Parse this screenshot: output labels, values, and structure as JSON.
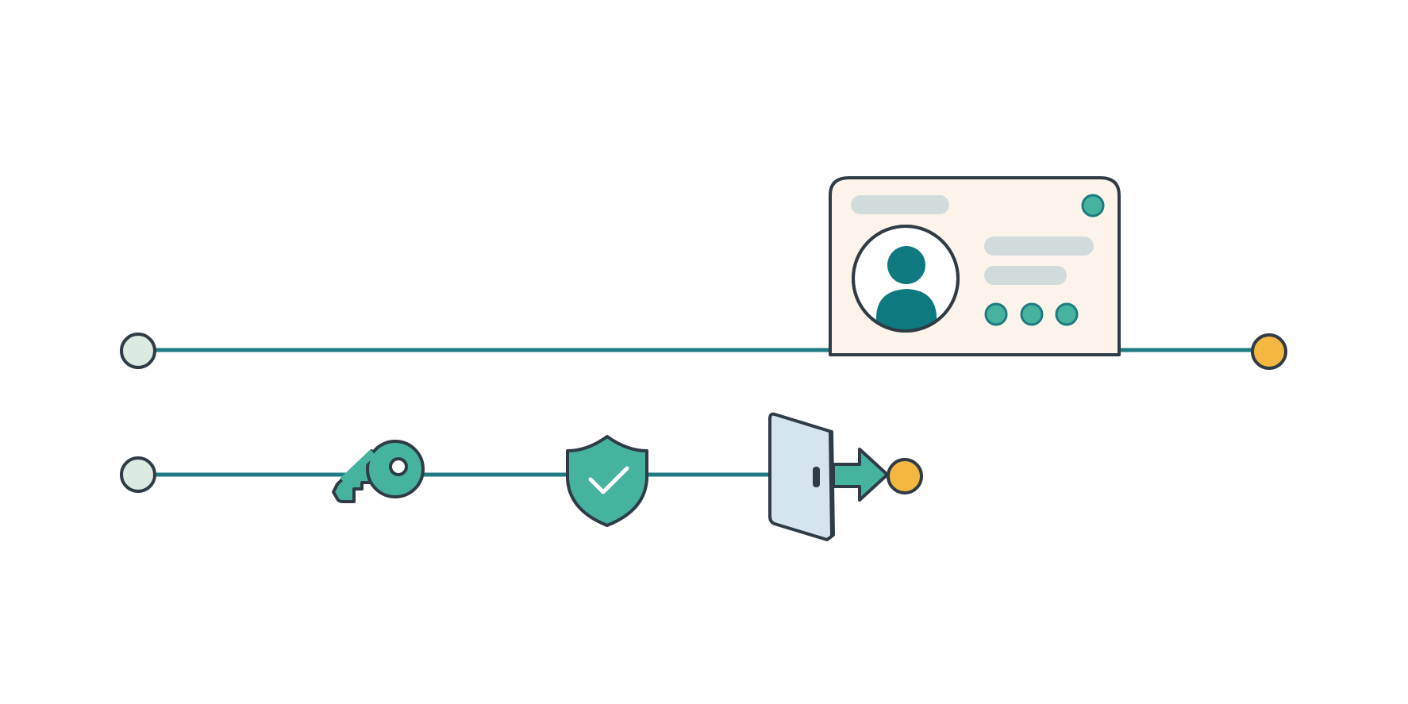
{
  "diagram": {
    "type": "two-track flow comparison",
    "description_tracks": [
      {
        "id": "track-top",
        "steps": [
          "start-node",
          "profile-card",
          "end-node"
        ]
      },
      {
        "id": "track-bottom",
        "steps": [
          "start-node",
          "key-icon",
          "shield-check-icon",
          "door-exit-icon",
          "end-node"
        ]
      }
    ]
  },
  "colors": {
    "outline": "#2f3b45",
    "track_line": "#1f7a82",
    "start_node_fill": "#dcebe2",
    "end_node_fill": "#f4b740",
    "icon_teal": "#46b39f",
    "avatar_teal": "#0e7a80",
    "card_fill": "#fcf4ea",
    "card_placeholder": "#d2dbdc",
    "door_fill": "#d4e5ee",
    "background": "#ffffff"
  },
  "icons": {
    "key": "key-icon",
    "shield": "shield-check-icon",
    "door": "door-exit-icon",
    "avatar": "user-avatar-icon"
  }
}
